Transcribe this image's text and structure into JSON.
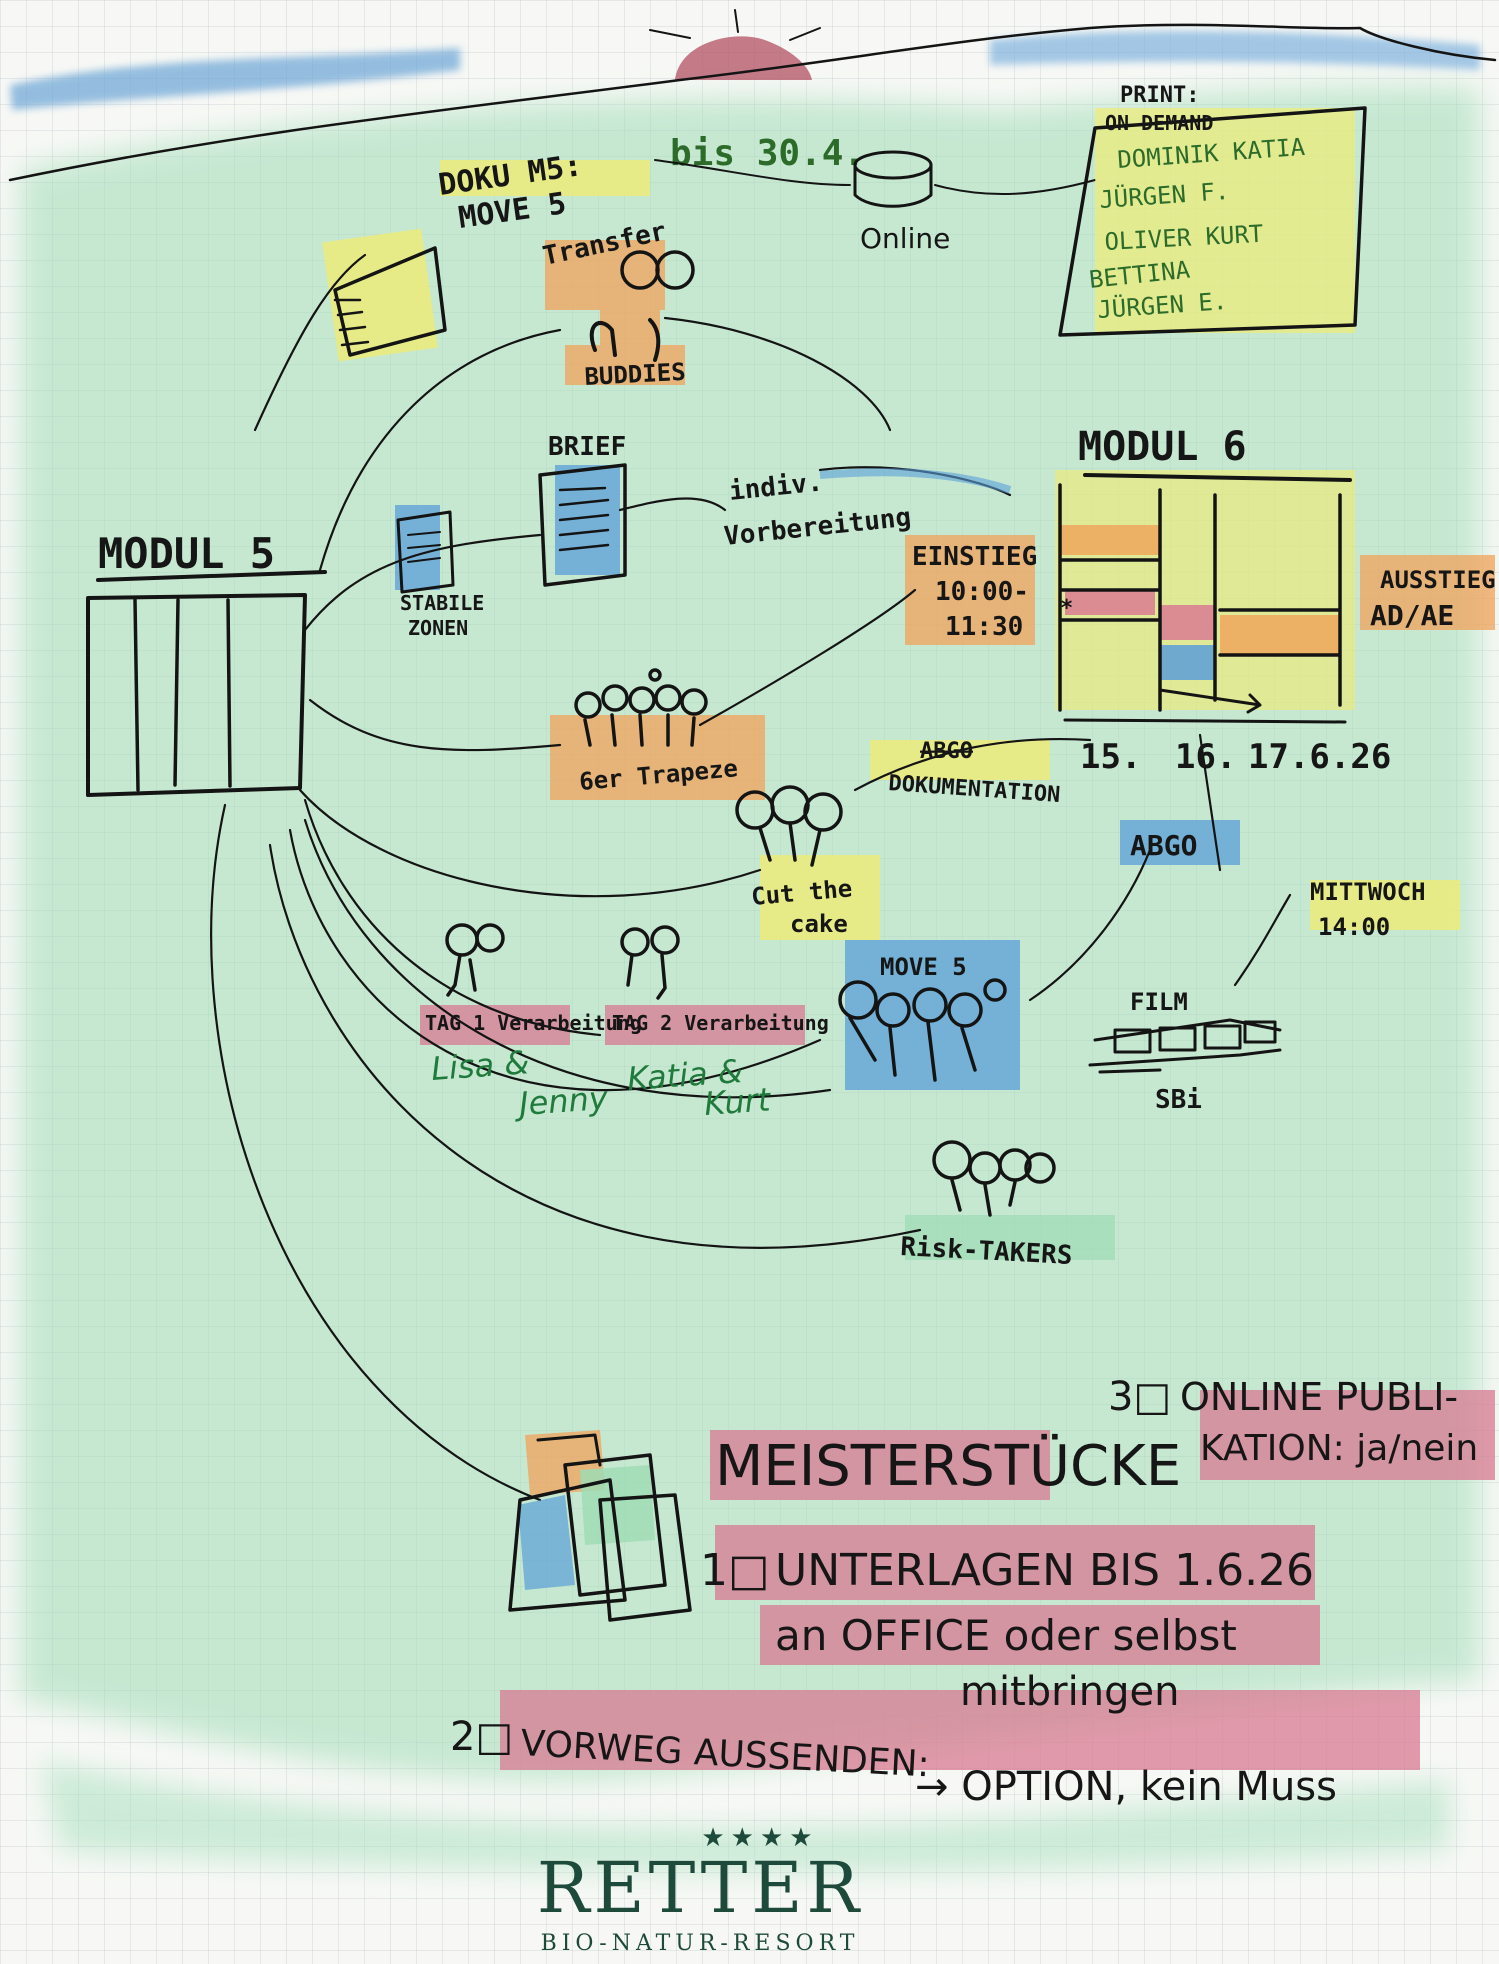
{
  "header": {
    "dokumentation": "DOKU M5:",
    "deadline": "bis 30.4.",
    "move5": "MOVE 5",
    "online": "Online"
  },
  "print_box": {
    "title_1": "PRINT:",
    "title_2": "ON DEMAND",
    "names": [
      "DOMINIK KATIA",
      "JÜRGEN F.",
      "OLIVER KURT",
      "BETTINA",
      "JÜRGEN E."
    ]
  },
  "modul5": {
    "title": "MODUL 5"
  },
  "modul6": {
    "title": "MODUL 6",
    "einstieg": "EINSTIEG",
    "einstieg_time_1": "10:00-",
    "einstieg_time_2": "11:30",
    "ausstieg": "AUSSTIEG",
    "ausstieg_code": "AD/AE",
    "dates": [
      "15.",
      "16.",
      "17.6.26"
    ]
  },
  "nodes": {
    "transfer": "Transfer",
    "buddies": "BUDDIES",
    "brief": "BRIEF",
    "vorbereitung_1": "indiv.",
    "vorbereitung_2": "Vorbereitung",
    "stabile_zonen_1": "STABILE",
    "stabile_zonen_2": "ZONEN",
    "trapeze": "6er Trapeze",
    "abgo_strike": "ABGO",
    "dokumentation": "DOKUMENTATION",
    "abgo": "ABGO",
    "cut_1": "Cut the",
    "cut_2": "cake",
    "mittwoch_1": "MITTWOCH",
    "mittwoch_2": "14:00",
    "tag1": "TAG 1 Verarbeitung",
    "tag1_names_1": "Lisa &",
    "tag1_names_2": "Jenny",
    "tag2": "TAG 2 Verarbeitung",
    "tag2_names_1": "Katia &",
    "tag2_names_2": "Kurt",
    "move5": "MOVE 5",
    "film": "FILM",
    "sbi": "SBi",
    "risk_takers": "Risk-TAKERS"
  },
  "meisterstuecke": {
    "title": "MEISTERSTÜCKE",
    "item1_num": "1□",
    "item1_a": "UNTERLAGEN BIS 1.6.26",
    "item1_b": "an OFFICE oder selbst",
    "item1_c": "mitbringen",
    "item2_num": "2□",
    "item2_a": "VORWEG AUSSENDEN:",
    "item2_b": "→ OPTION, kein Muss",
    "item3_num": "3□",
    "item3_a": "ONLINE PUBLI-",
    "item3_b": "KATION: ja/nein"
  },
  "logo": {
    "stars": "★★★★",
    "name": "RETTER",
    "tagline": "BIO-NATUR-RESORT"
  },
  "colors": {
    "green_wash": "#9fdcb5",
    "blue_sky": "#6aa4d6",
    "orange": "#f0a25a",
    "yellow": "#f2ec6e",
    "pink": "#d97a92",
    "blue": "#5a9fd8",
    "ink": "#141414",
    "logo_green": "#1d4a3a"
  }
}
